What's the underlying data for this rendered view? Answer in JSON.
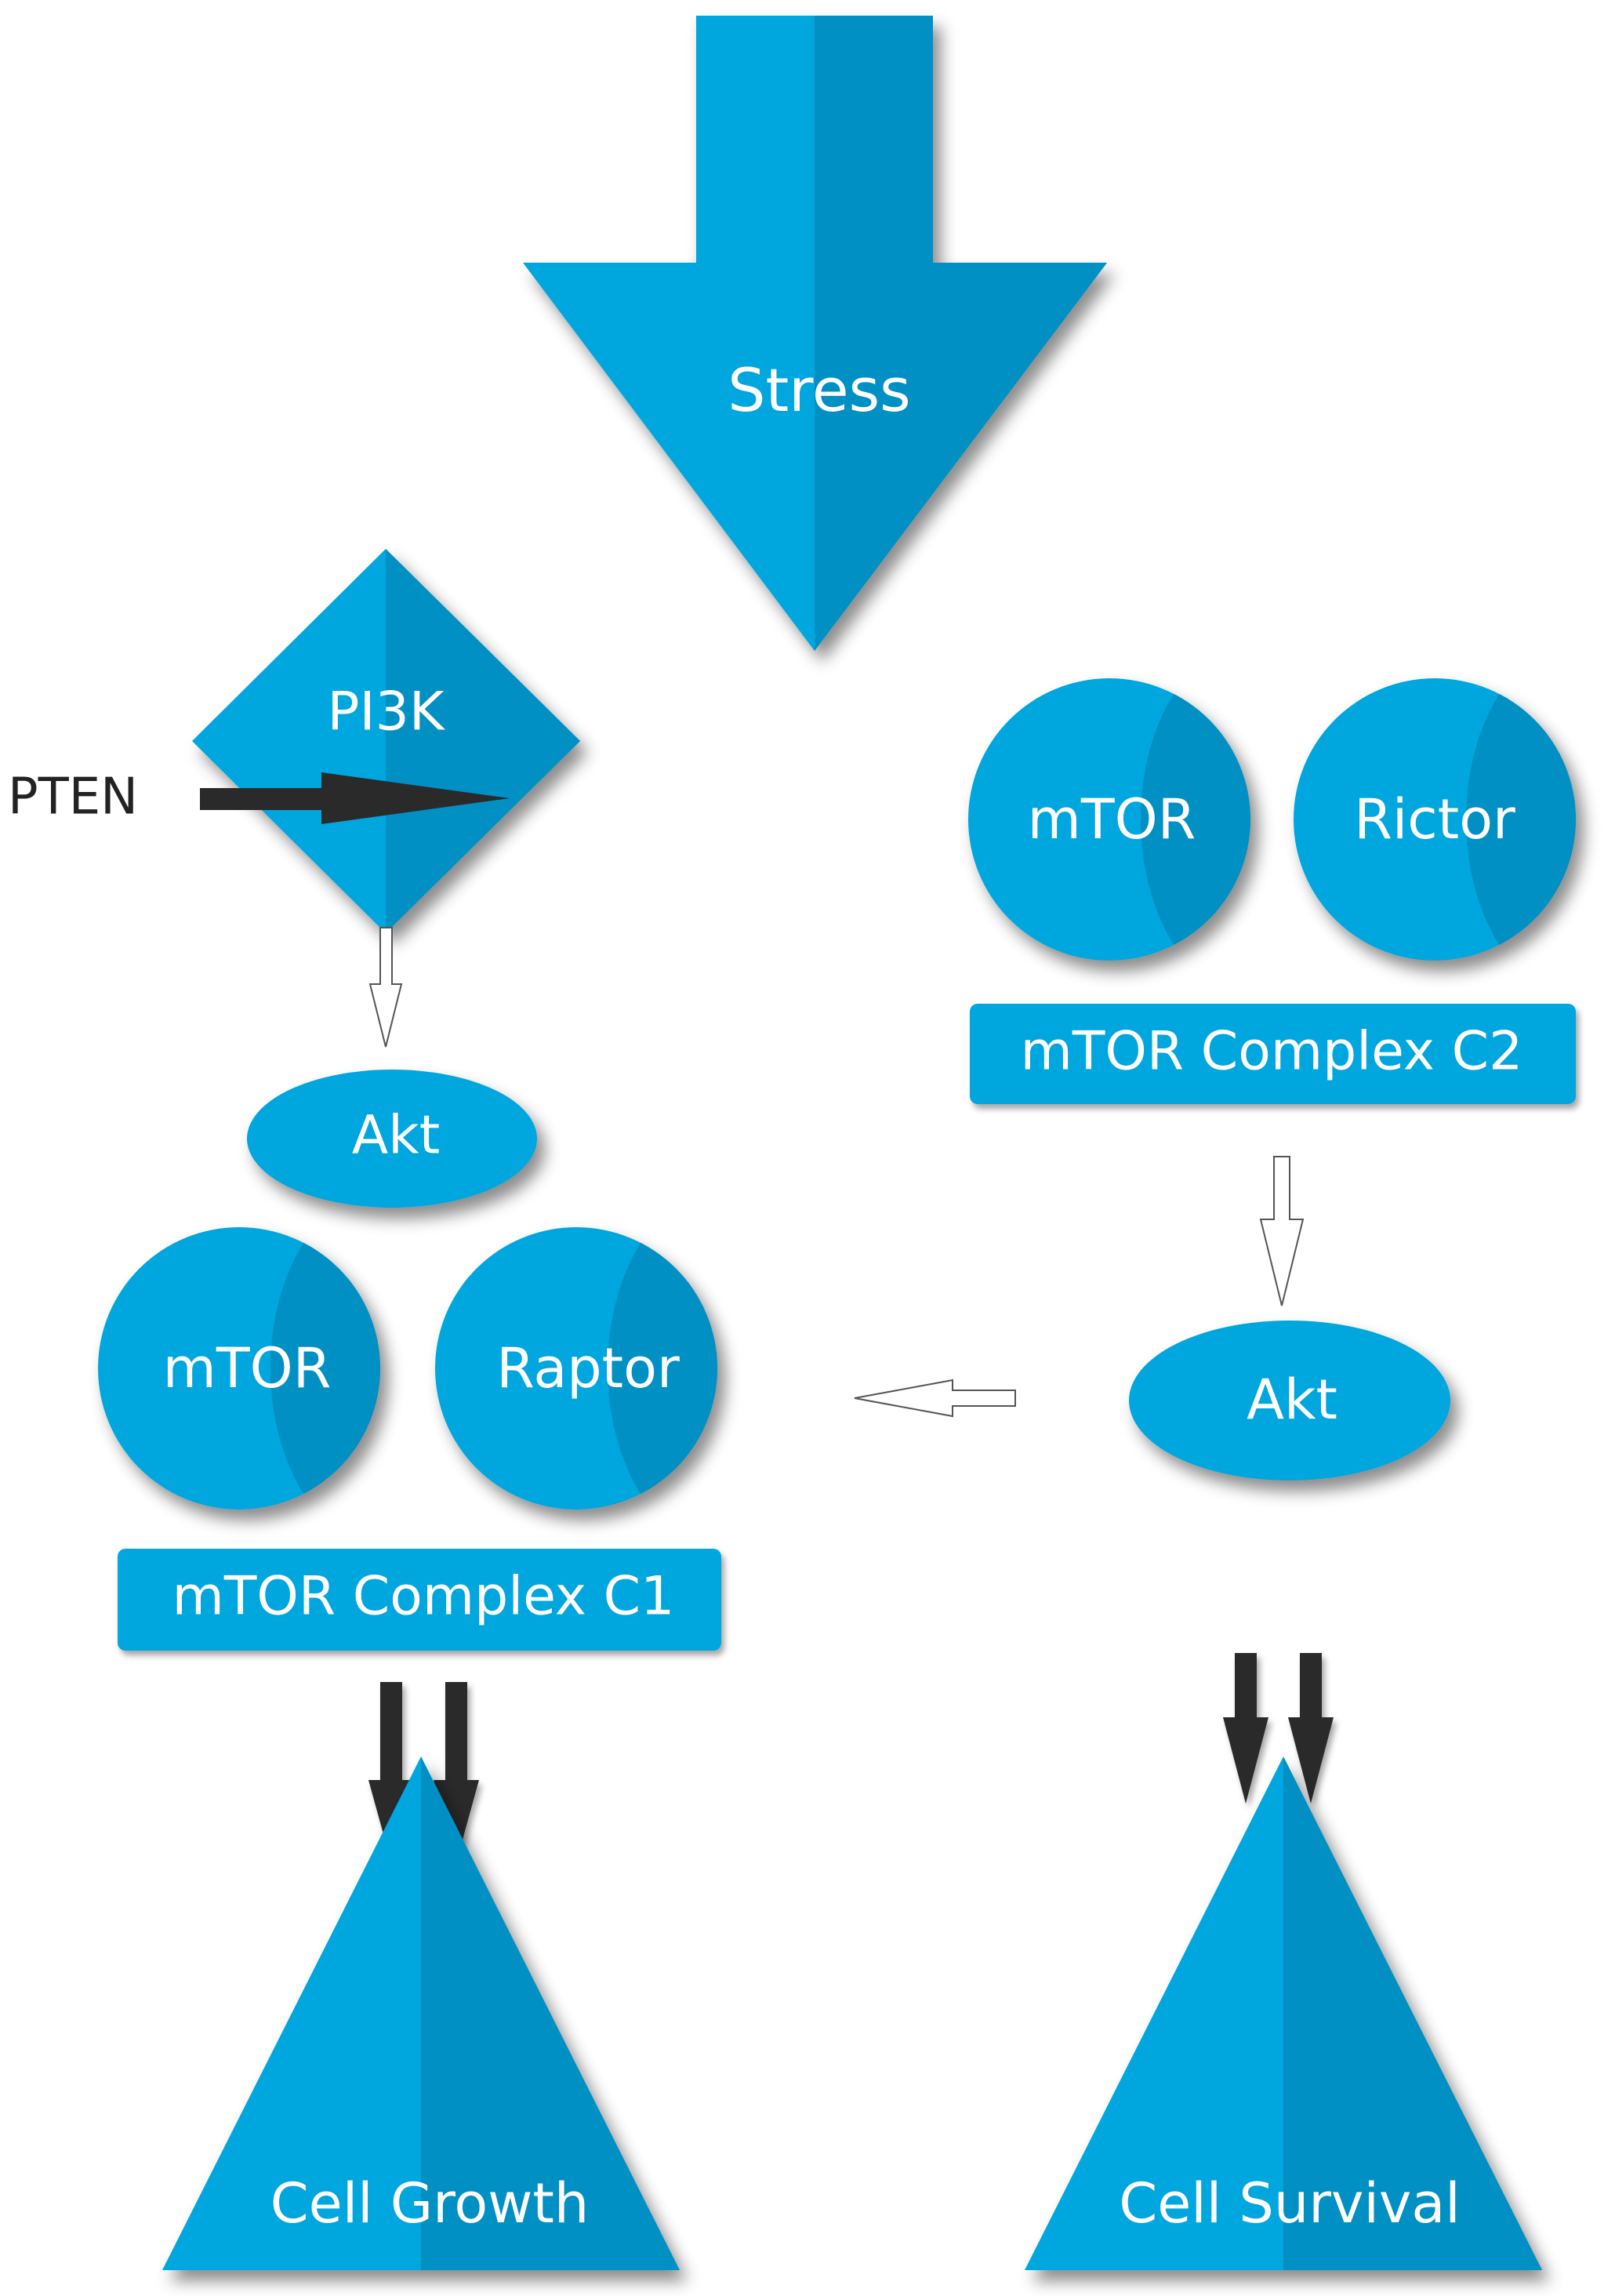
{
  "colors": {
    "primary": "#00a6de",
    "shade": "#0090c4",
    "dark_arrow": "#2a2a2a",
    "text": "#ffffff"
  },
  "labels": {
    "stress": "Stress",
    "pi3k": "PI3K",
    "pten": "PTEN",
    "akt_left": "Akt",
    "mtor_left": "mTOR",
    "raptor": "Raptor",
    "complex_c1": "mTOR Complex C1",
    "mtor_right": "mTOR",
    "rictor": "Rictor",
    "complex_c2": "mTOR Complex C2",
    "akt_right": "Akt",
    "cell_growth": "Cell Growth",
    "cell_survival": "Cell Survival"
  }
}
